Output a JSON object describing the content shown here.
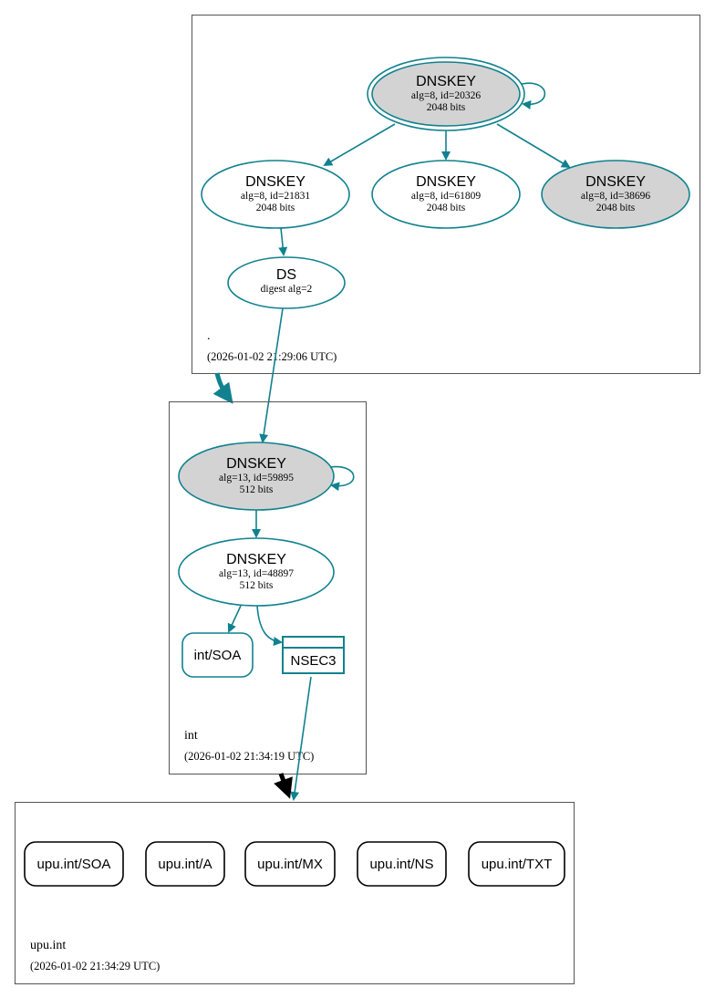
{
  "colors": {
    "edge": "#10818f",
    "sep_fill": "#d3d3d3",
    "zone_border": "#555555",
    "rrset_border": "#000000"
  },
  "zones": {
    "root": {
      "name": ".",
      "timestamp": "(2026-01-02 21:29:06 UTC)"
    },
    "int": {
      "name": "int",
      "timestamp": "(2026-01-02 21:34:19 UTC)"
    },
    "upu": {
      "name": "upu.int",
      "timestamp": "(2026-01-02 21:34:29 UTC)"
    }
  },
  "nodes": {
    "root_ksk": {
      "title": "DNSKEY",
      "line1": "alg=8, id=20326",
      "line2": "2048 bits",
      "sep": true
    },
    "root_zsk1": {
      "title": "DNSKEY",
      "line1": "alg=8, id=21831",
      "line2": "2048 bits",
      "sep": false
    },
    "root_zsk2": {
      "title": "DNSKEY",
      "line1": "alg=8, id=61809",
      "line2": "2048 bits",
      "sep": false
    },
    "root_key3": {
      "title": "DNSKEY",
      "line1": "alg=8, id=38696",
      "line2": "2048 bits",
      "sep": true
    },
    "ds": {
      "title": "DS",
      "line1": "digest alg=2"
    },
    "int_ksk": {
      "title": "DNSKEY",
      "line1": "alg=13, id=59895",
      "line2": "512 bits",
      "sep": true
    },
    "int_zsk": {
      "title": "DNSKEY",
      "line1": "alg=13, id=48897",
      "line2": "512 bits",
      "sep": false
    },
    "int_soa": {
      "label": "int/SOA"
    },
    "nsec3": {
      "label": "NSEC3"
    }
  },
  "rrsets": [
    "upu.int/SOA",
    "upu.int/A",
    "upu.int/MX",
    "upu.int/NS",
    "upu.int/TXT"
  ]
}
